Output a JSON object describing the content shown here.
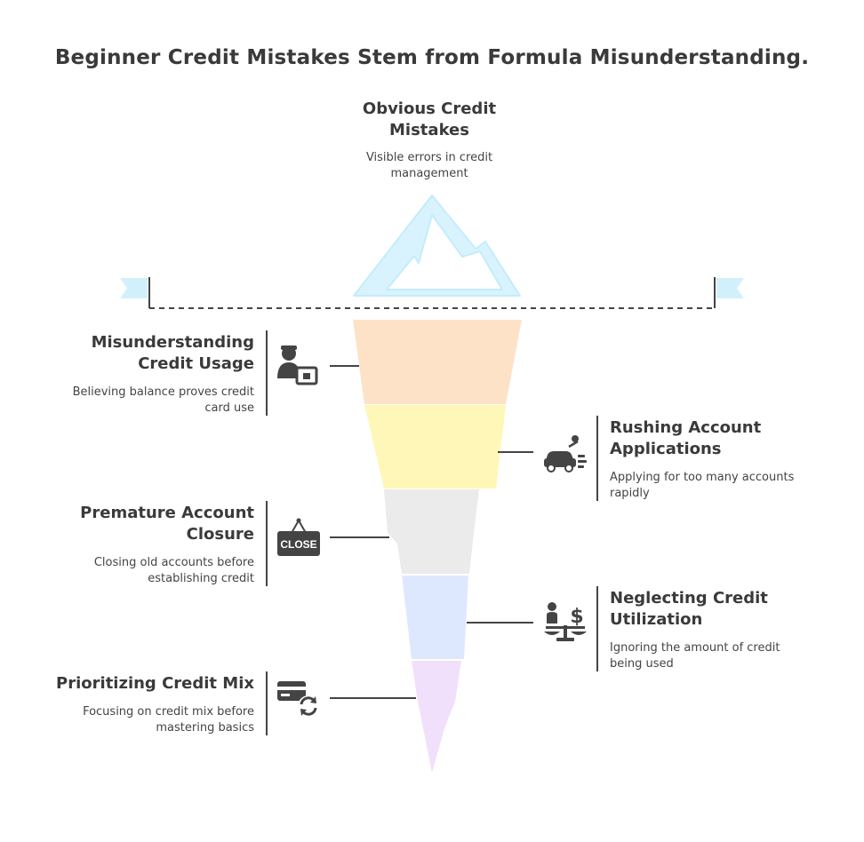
{
  "title": "Beginner Credit Mistakes Stem from Formula Misunderstanding.",
  "top": {
    "label_line1": "Obvious Credit",
    "label_line2": "Mistakes",
    "desc_line1": "Visible errors in credit",
    "desc_line2": "management"
  },
  "layers": [
    {
      "label_line1": "Misunderstanding",
      "label_line2": "Credit Usage",
      "desc_line1": "Believing balance proves credit",
      "desc_line2": "card use",
      "icon": "person-with-lock-icon",
      "color": "#fde2c8"
    },
    {
      "label_line1": "Rushing Account",
      "label_line2": "Applications",
      "desc_line1": "Applying for too many accounts",
      "desc_line2": "rapidly",
      "icon": "speeding-car-icon",
      "color": "#fff7b8"
    },
    {
      "label_line1": "Premature Account",
      "label_line2": "Closure",
      "desc_line1": "Closing old accounts before",
      "desc_line2": "establishing credit",
      "icon": "close-sign-icon",
      "icon_text": "CLOSE",
      "color": "#ebebeb"
    },
    {
      "label_line1": "Neglecting Credit",
      "label_line2": "Utilization",
      "desc_line1": "Ignoring the amount of credit",
      "desc_line2": "being used",
      "icon": "balance-scale-dollar-icon",
      "color": "#dde8ff"
    },
    {
      "label_line1": "Prioritizing Credit Mix",
      "label_line2": "",
      "desc_line1": "Focusing on credit mix before",
      "desc_line2": "mastering basics",
      "icon": "card-refresh-icon",
      "color": "#f1e0fb"
    }
  ],
  "colors": {
    "tip": "#d8f3fd",
    "tip_stroke": "#c4ecfb",
    "text": "#3a3a3a",
    "line": "#444444",
    "flag": "#d2f0fc"
  }
}
